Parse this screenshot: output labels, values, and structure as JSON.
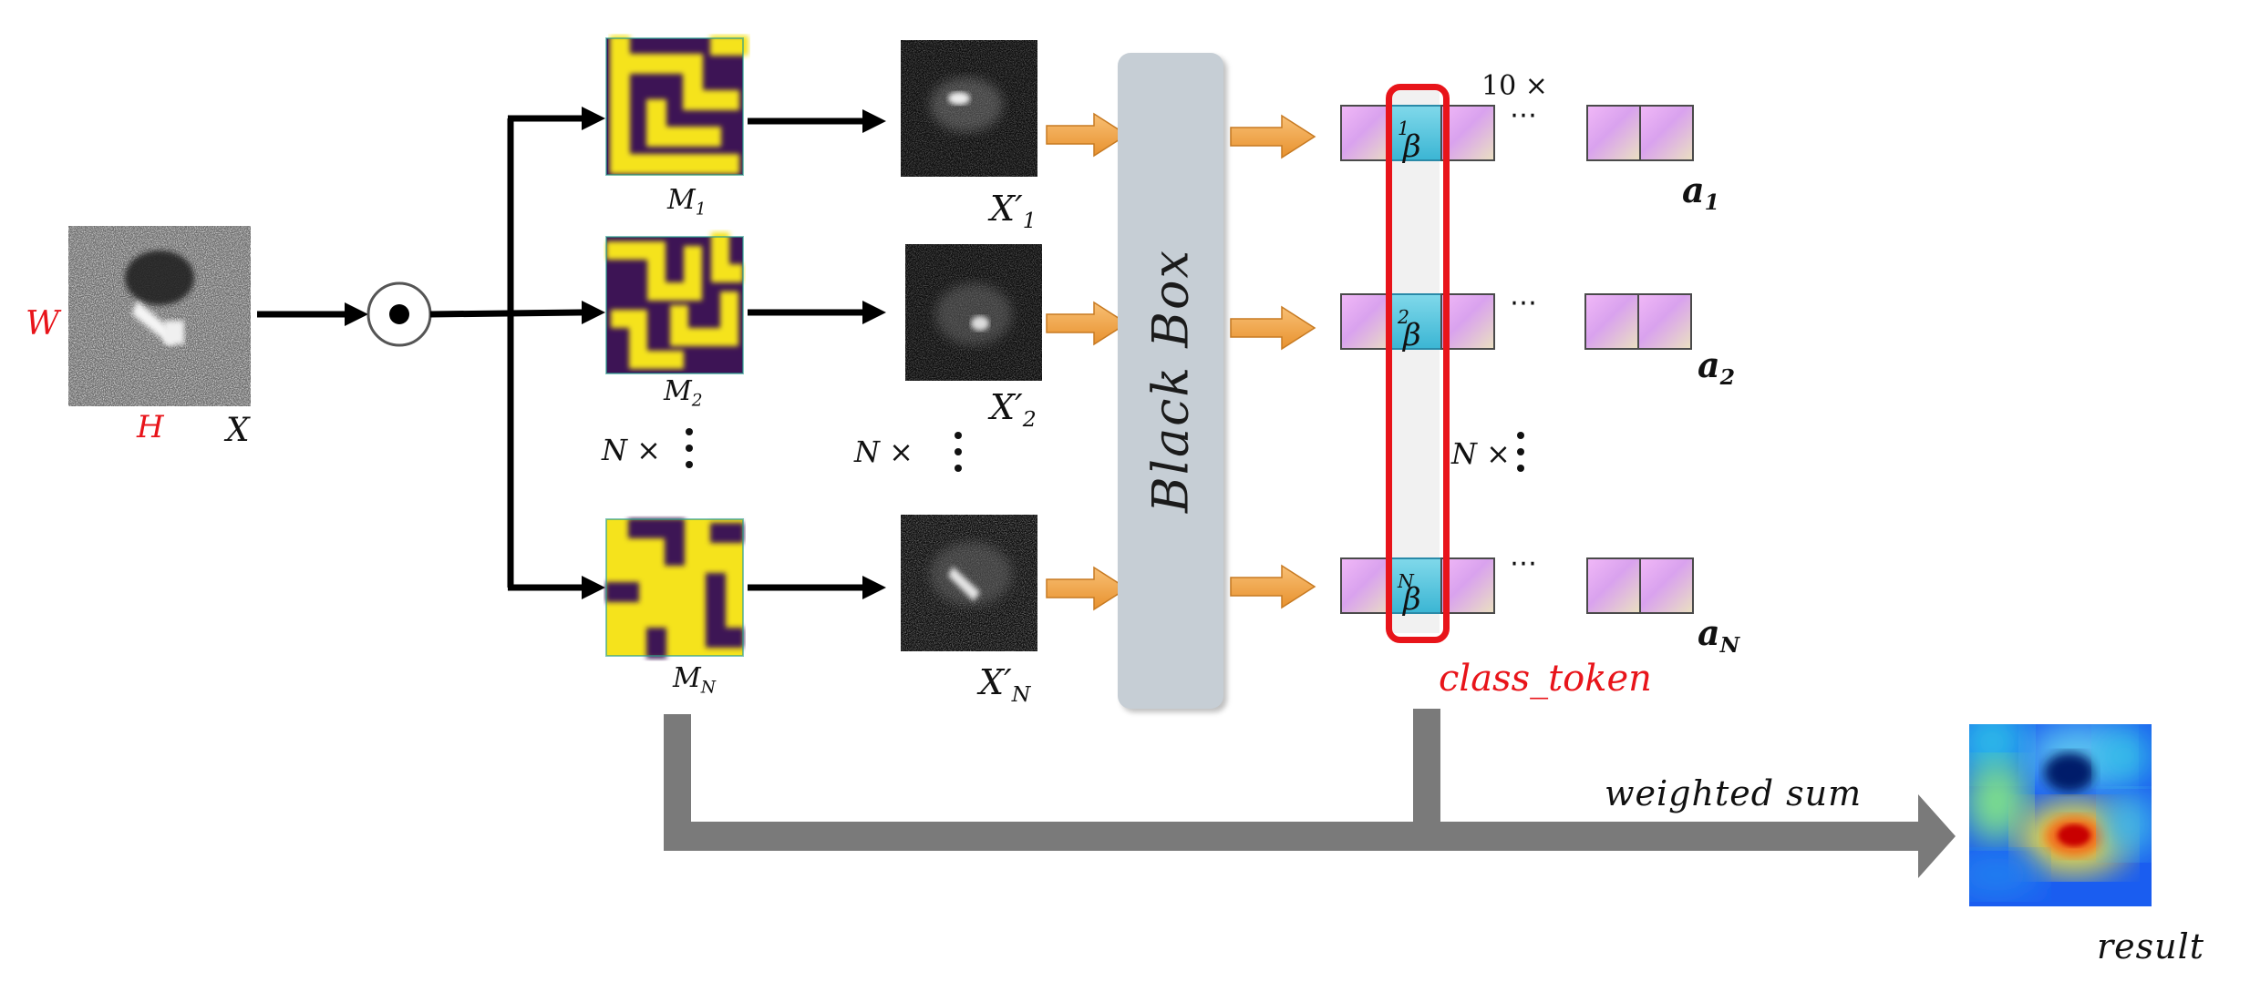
{
  "labels": {
    "w": "W",
    "h": "H",
    "x": "X",
    "m1_base": "M",
    "m1_sub": "1",
    "m2_base": "M",
    "m2_sub": "2",
    "mn_base": "M",
    "mn_sub": "N",
    "x1_base": "X",
    "x1_prime": "′",
    "x1_sub": "1",
    "x2_base": "X",
    "x2_prime": "′",
    "x2_sub": "2",
    "xn_base": "X",
    "xn_prime": "′",
    "xn_sub": "N",
    "n_times_masks": "N ×",
    "n_times_images": "N ×",
    "n_times_tokens": "N ×",
    "ten_times": "10 ×",
    "beta_base": "β",
    "beta1_sup": "1",
    "beta2_sup": "2",
    "betan_sup": "N",
    "a1_base": "a",
    "a1_sub": "1",
    "a2_base": "a",
    "a2_sub": "2",
    "an_base": "a",
    "an_sub": "N",
    "class_token": "class_token",
    "weighted_sum": "weighted sum",
    "result": "result",
    "black_box": "Black Box",
    "ellipsis": "⋯"
  },
  "colors": {
    "red": "#e8141a",
    "gray_arrow": "#7a7a7a",
    "orange_arrow": "#f3a446",
    "black_box": "#c6ced5",
    "token_pink": "#e0a8f0",
    "token_cyan": "#46bcd6",
    "mask_yellow": "#f5e31c",
    "mask_purple": "#3d1455",
    "mask_teal": "#2a9d8f"
  },
  "icons": {
    "multiply_operator": "odot-icon"
  }
}
